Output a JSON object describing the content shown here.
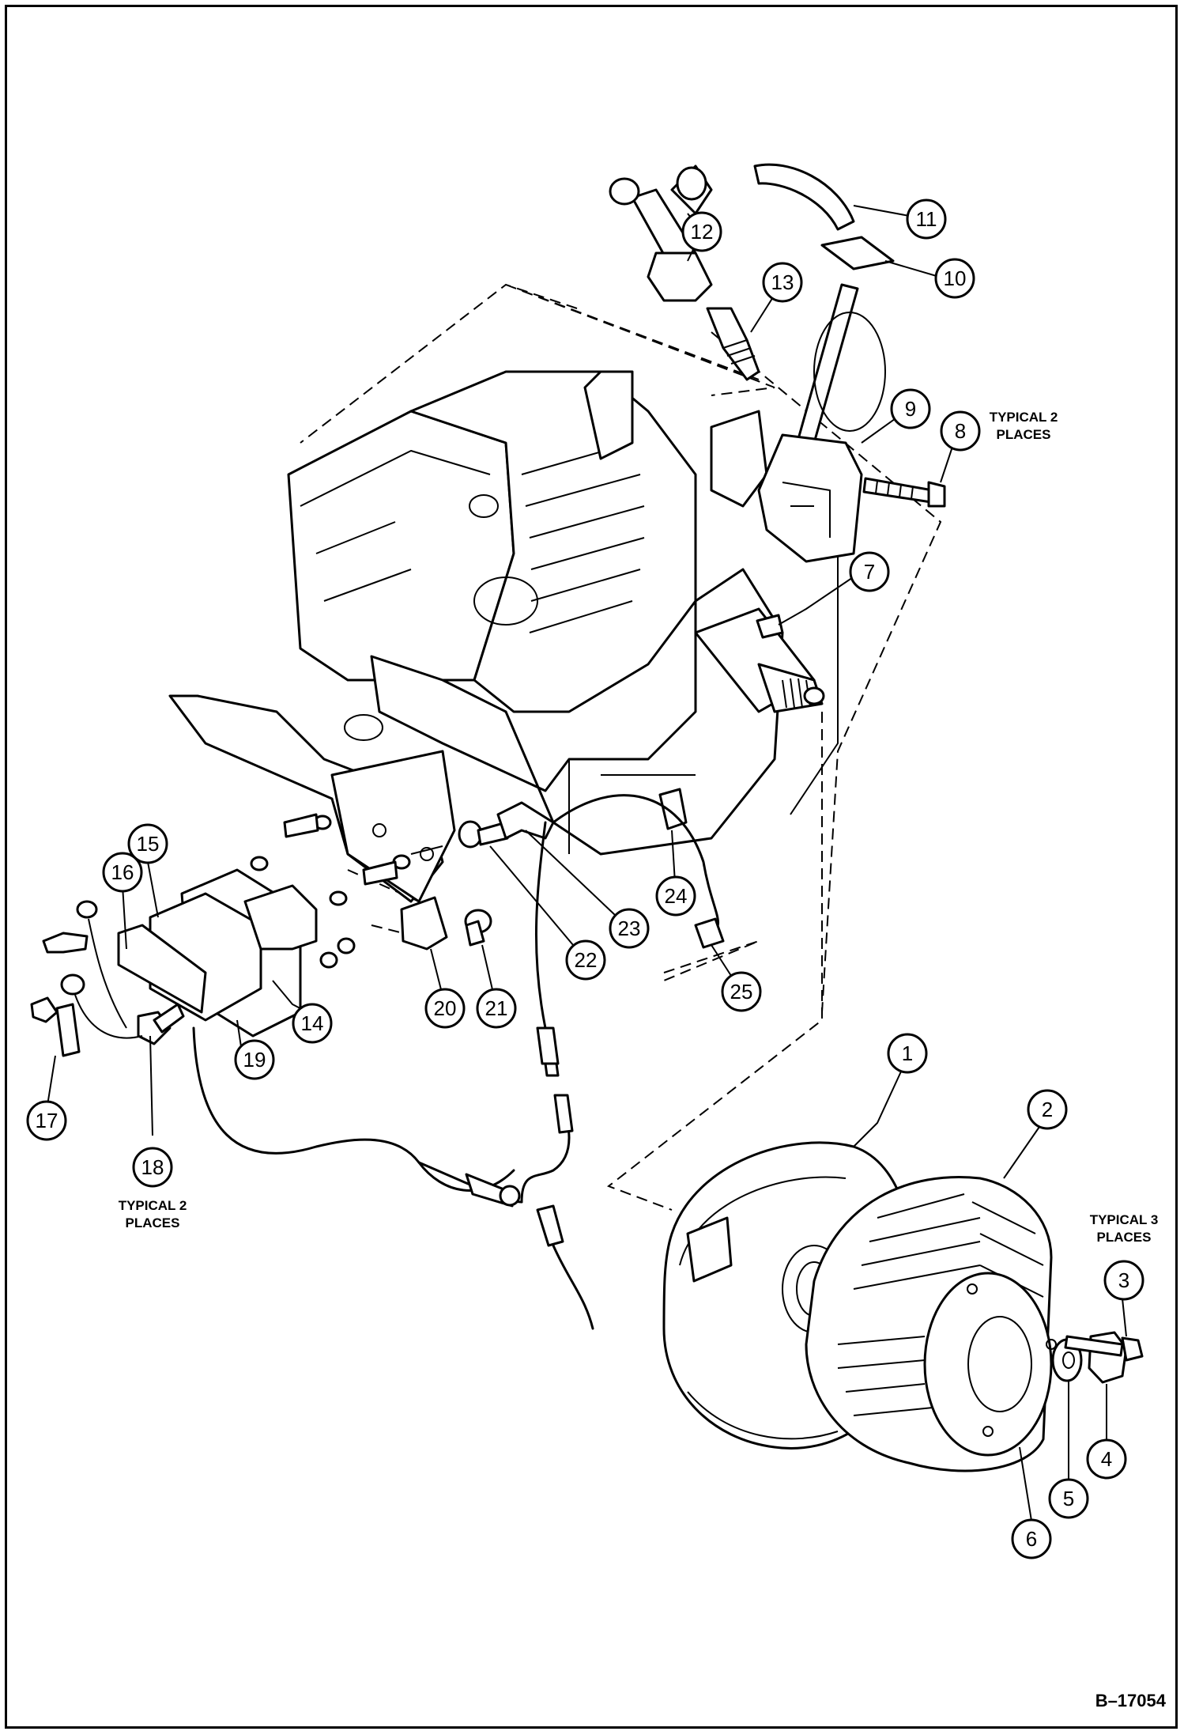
{
  "diagram": {
    "code": "B–17054",
    "notes": {
      "n8": [
        "TYPICAL 2",
        "PLACES"
      ],
      "n18": [
        "TYPICAL 2",
        "PLACES"
      ],
      "n3": [
        "TYPICAL 3",
        "PLACES"
      ]
    },
    "callouts": [
      {
        "id": "c1",
        "label": "1"
      },
      {
        "id": "c2",
        "label": "2"
      },
      {
        "id": "c3",
        "label": "3"
      },
      {
        "id": "c4",
        "label": "4"
      },
      {
        "id": "c5",
        "label": "5"
      },
      {
        "id": "c6",
        "label": "6"
      },
      {
        "id": "c7",
        "label": "7"
      },
      {
        "id": "c8",
        "label": "8"
      },
      {
        "id": "c9",
        "label": "9"
      },
      {
        "id": "c10",
        "label": "10"
      },
      {
        "id": "c11",
        "label": "11"
      },
      {
        "id": "c12",
        "label": "12"
      },
      {
        "id": "c13",
        "label": "13"
      },
      {
        "id": "c14",
        "label": "14"
      },
      {
        "id": "c15",
        "label": "15"
      },
      {
        "id": "c16",
        "label": "16"
      },
      {
        "id": "c17",
        "label": "17"
      },
      {
        "id": "c18",
        "label": "18"
      },
      {
        "id": "c19",
        "label": "19"
      },
      {
        "id": "c20",
        "label": "20"
      },
      {
        "id": "c21",
        "label": "21"
      },
      {
        "id": "c22",
        "label": "22"
      },
      {
        "id": "c23",
        "label": "23"
      },
      {
        "id": "c24",
        "label": "24"
      },
      {
        "id": "c25",
        "label": "25"
      }
    ]
  }
}
